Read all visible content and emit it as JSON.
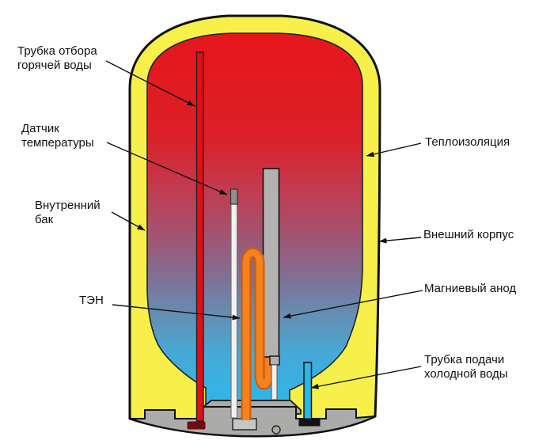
{
  "diagram": {
    "type": "water-heater-cutaway",
    "labels": {
      "hot_water_tube": {
        "line1": "Трубка отбора",
        "line2": "горячей воды"
      },
      "temperature_sensor": {
        "line1": "Датчик",
        "line2": "температуры"
      },
      "inner_tank": {
        "line1": "Внутренний",
        "line2": "бак"
      },
      "heating_element": {
        "line1": "ТЭН",
        "line2": ""
      },
      "insulation": {
        "line1": "Теплоизоляция",
        "line2": ""
      },
      "outer_casing": {
        "line1": "Внешний корпус",
        "line2": ""
      },
      "magnesium_anode": {
        "line1": "Магниевый анод",
        "line2": ""
      },
      "cold_water_tube": {
        "line1": "Трубка подачи",
        "line2": "холодной воды"
      }
    },
    "colors": {
      "insulation": "#F7F04B",
      "tank_gradient": [
        "#E7161B",
        "#DB2029",
        "#C23B50",
        "#A05573",
        "#7F7196",
        "#648FB4",
        "#46A9D6",
        "#2FB7E8"
      ],
      "hot_tube": "#E30D15",
      "hot_tube_cap": "#6E0D12",
      "sensor_tube": "#F1F1EF",
      "sensor_tip": "#8F8F8D",
      "anode_gray": "#B3B2B0",
      "stud_white": "#EFEFED",
      "heater_dark": "#D05F08",
      "heater_light": "#F5821F",
      "cold_tube": "#29B6E8",
      "base_gray": "#ABABA9",
      "base_light": "#C6C6C4",
      "line_black": "#111111"
    }
  }
}
